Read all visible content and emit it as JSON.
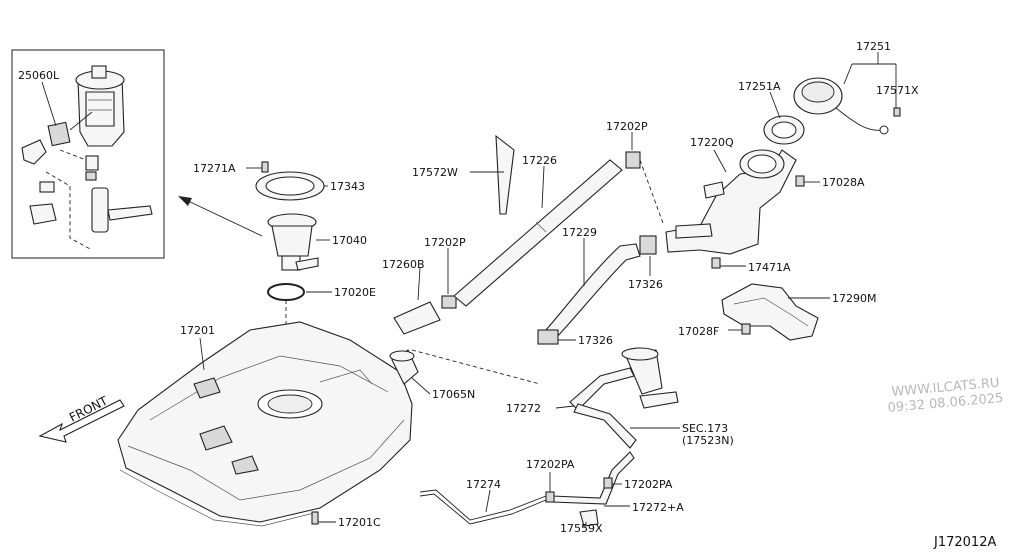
{
  "labels": {
    "p25060L": "25060L",
    "p17271A": "17271A",
    "p17343": "17343",
    "p17040": "17040",
    "p17020E": "17020E",
    "p17201": "17201",
    "p17201C": "17201C",
    "p17065N": "17065N",
    "p17260B": "17260B",
    "p17202P_a": "17202P",
    "p17202P_b": "17202P",
    "p17572W": "17572W",
    "p17226": "17226",
    "p17229": "17229",
    "p17326_a": "17326",
    "p17326_b": "17326",
    "p17220Q": "17220Q",
    "p17251": "17251",
    "p17251A": "17251A",
    "p17571X": "17571X",
    "p17028A": "17028A",
    "p17471A": "17471A",
    "p17290M": "17290M",
    "p17028F": "17028F",
    "p17272": "17272",
    "sec173": "SEC.173",
    "sec173_ref": "(17523N)",
    "p17202PA_a": "17202PA",
    "p17202PA_b": "17202PA",
    "p17274": "17274",
    "p17272A": "17272+A",
    "p17559X": "17559X"
  },
  "front_label": "FRONT",
  "watermark": {
    "site": "WWW.ILCATS.RU",
    "timestamp": "09:32 08.06.2025"
  },
  "diagram_code": "J172012A"
}
